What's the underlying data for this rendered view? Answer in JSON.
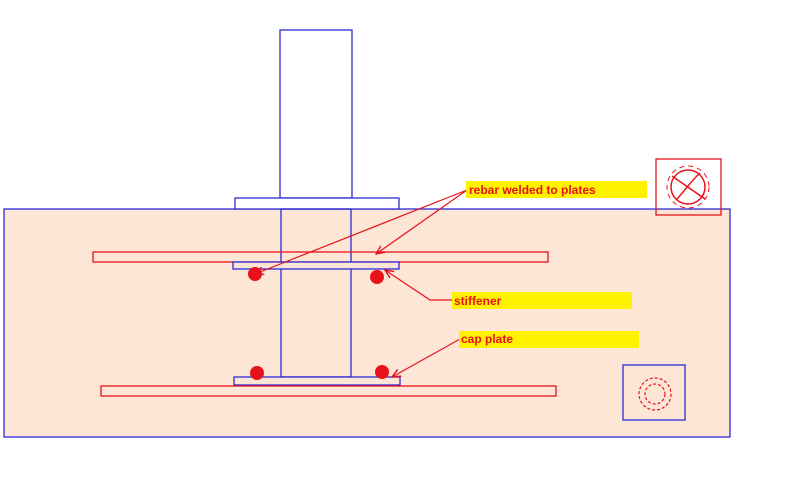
{
  "colors": {
    "concrete_fill": "#fde6d6",
    "structure_stroke": "#2b2bd6",
    "rebar_stroke": "#e8121a",
    "rebar_dot": "#e8121a",
    "label_bg": "#fff200",
    "label_text": "#e8121a"
  },
  "labels": {
    "rebar": "rebar welded to plates",
    "stiffener": "stiffener",
    "cap_plate": "cap plate"
  },
  "icons": {
    "top_right": "crossed-circle-section-icon",
    "bottom_right": "dashed-circle-icon"
  }
}
